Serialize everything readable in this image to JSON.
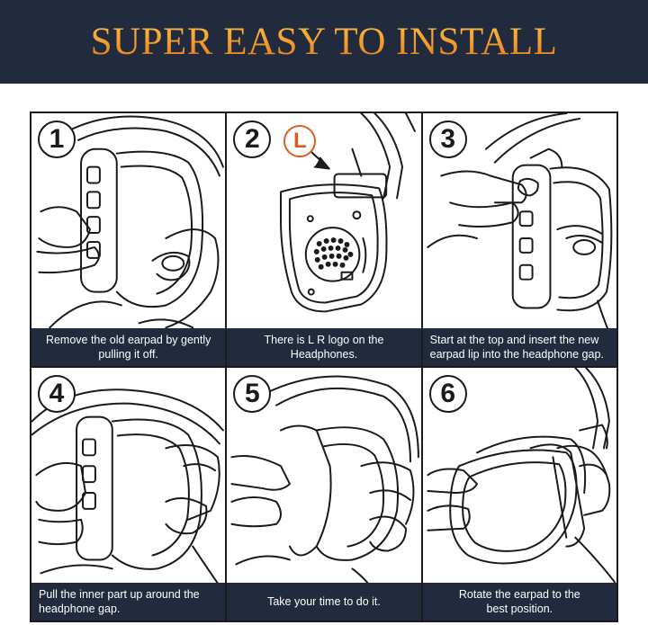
{
  "banner": {
    "title": "SUPER EASY TO INSTALL"
  },
  "colors": {
    "banner_bg": "#222a3d",
    "title_gold": "#f29a2a",
    "accent_orange": "#e05a1e",
    "line_art": "#1a1a1a"
  },
  "steps": [
    {
      "number": "1",
      "caption_line1": "Remove the old earpad by gently",
      "caption_line2": "pulling it off."
    },
    {
      "number": "2",
      "badge": "L",
      "caption_line1": "There is L R logo on the",
      "caption_line2": "Headphones."
    },
    {
      "number": "3",
      "caption_line1": "Start at the top and insert the new",
      "caption_line2": "earpad lip into the headphone gap."
    },
    {
      "number": "4",
      "caption_line1": "Pull the inner part up around the",
      "caption_line2": "headphone gap."
    },
    {
      "number": "5",
      "caption_line1": "Take your time to do it.",
      "caption_line2": ""
    },
    {
      "number": "6",
      "caption_line1": "Rotate the earpad to the",
      "caption_line2": "best position."
    }
  ]
}
